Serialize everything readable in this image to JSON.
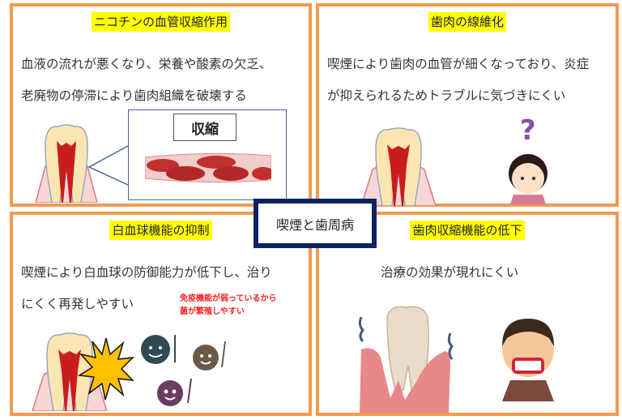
{
  "center": {
    "title": "喫煙と歯周病"
  },
  "panels": [
    {
      "id": "top-left",
      "title": "ニコチンの血管収縮作用",
      "lines": [
        "血液の流れが悪くなり、栄養や酸素の欠乏、",
        "老廃物の停滞により歯肉組織を破壊する"
      ],
      "callout_label": "収縮",
      "illustrations": [
        "tooth-cross-section-icon",
        "constricted-blood-vessel-icon"
      ]
    },
    {
      "id": "top-right",
      "title": "歯肉の線維化",
      "lines": [
        "喫煙により歯肉の血管が細くなっており、炎症",
        "が抑えられるためトラブルに気づきにくい"
      ],
      "illustrations": [
        "tooth-cross-section-icon",
        "confused-girl-icon"
      ],
      "question_mark": "?"
    },
    {
      "id": "bottom-left",
      "title": "白血球機能の抑制",
      "lines": [
        "喫煙により白血球の防御能力が低下し、治り",
        "にくく再発しやすい"
      ],
      "note": [
        "免疫機能が弱っているから",
        "菌が繁殖しやすい"
      ],
      "illustrations": [
        "tooth-cross-section-icon",
        "impact-burst-icon",
        "bacteria-icon"
      ]
    },
    {
      "id": "bottom-right",
      "title": "歯肉収縮機能の低下",
      "lines": [
        "治療の効果が現れにくい"
      ],
      "illustrations": [
        "loose-tooth-icon",
        "worried-man-icon"
      ]
    }
  ],
  "colors": {
    "panel_border": "#f39a4f",
    "title_highlight": "#ffff00",
    "center_border": "#0b2460",
    "note_text": "#ff2020"
  }
}
